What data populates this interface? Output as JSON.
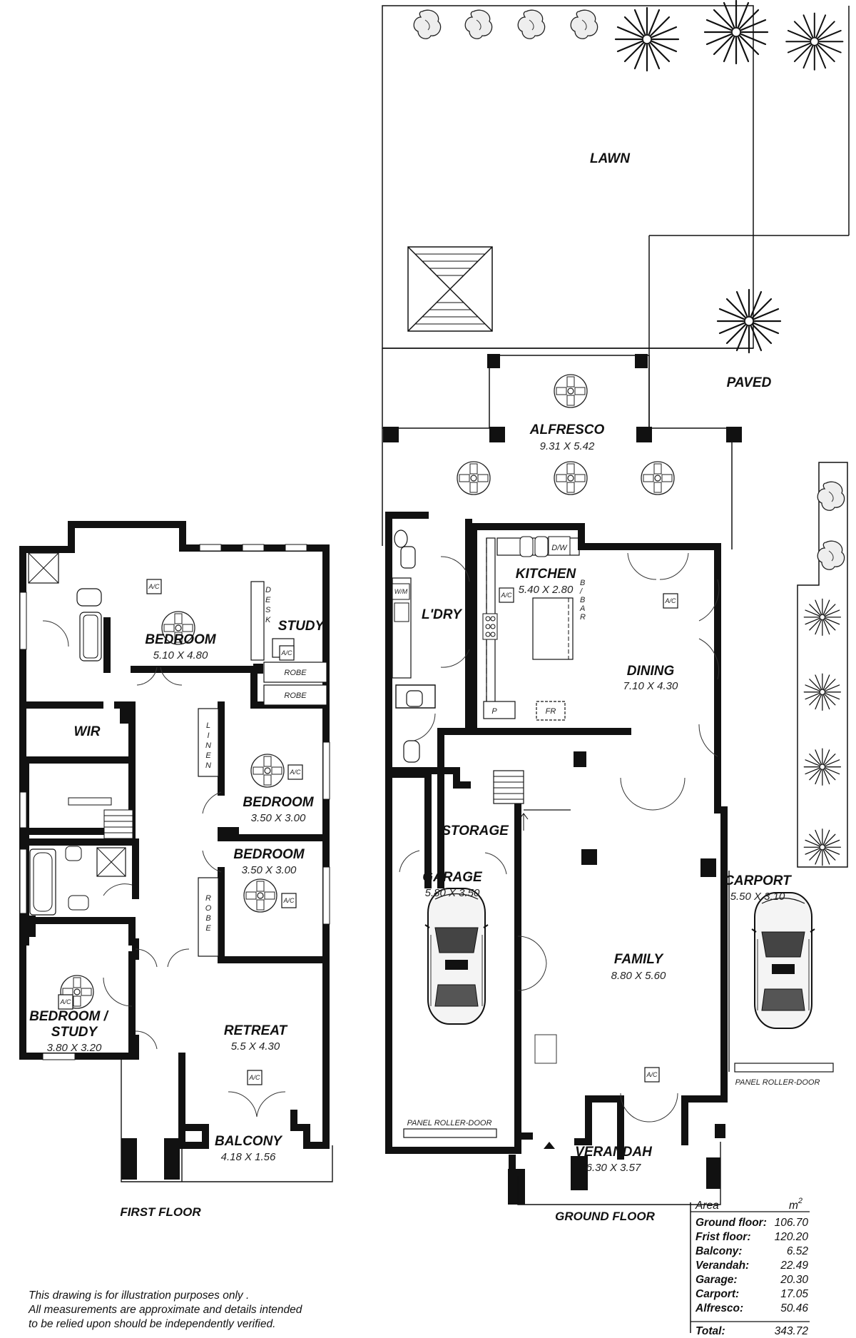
{
  "rooms": {
    "lawn": {
      "label": "LAWN"
    },
    "paved": {
      "label": "PAVED"
    },
    "alfresco": {
      "label": "ALFRESCO",
      "dim": "9.31 X 5.42"
    },
    "kitchen": {
      "label": "KITCHEN",
      "dim": "5.40 X 2.80"
    },
    "laundry": {
      "label": "L'DRY"
    },
    "dining": {
      "label": "DINING",
      "dim": "7.10 X 4.30"
    },
    "storage": {
      "label": "STORAGE"
    },
    "garage": {
      "label": "GARAGE",
      "dim": "5.80 X 3.50"
    },
    "family": {
      "label": "FAMILY",
      "dim": "8.80 X 5.60"
    },
    "carport": {
      "label": "CARPORT",
      "dim": "5.50 X 3.10"
    },
    "verandah": {
      "label": "VERANDAH",
      "dim": "6.30 X 3.57"
    },
    "bedroom_main": {
      "label": "BEDROOM",
      "dim": "5.10 X 4.80"
    },
    "study": {
      "label": "STUDY"
    },
    "wir": {
      "label": "WIR"
    },
    "bedroom2": {
      "label": "BEDROOM",
      "dim": "3.50 X 3.00"
    },
    "bedroom3": {
      "label": "BEDROOM",
      "dim": "3.50 X 3.00"
    },
    "bedroom_study": {
      "label1": "BEDROOM /",
      "label2": "STUDY",
      "dim": "3.80 X 3.20"
    },
    "retreat": {
      "label": "RETREAT",
      "dim": "5.5 X 4.30"
    },
    "balcony": {
      "label": "BALCONY",
      "dim": "4.18 X 1.56"
    }
  },
  "fixtures": {
    "robe": "ROBE",
    "desk": "D E S K",
    "linen": "L I N E N",
    "robe_vertical": "R O B E",
    "bbar": "B / B A R",
    "dw": "D/W",
    "wm": "W/M",
    "pantry": "P",
    "fridge": "FR",
    "ac": "A/C",
    "roller_door": "PANEL ROLLER-DOOR"
  },
  "floors": {
    "first": "FIRST FLOOR",
    "ground": "GROUND FLOOR"
  },
  "area_table": {
    "header": "Area",
    "unit": "m",
    "unit_power": "2",
    "rows": [
      {
        "label": "Ground floor:",
        "value": "106.70"
      },
      {
        "label": "Frist floor:",
        "value": "120.20"
      },
      {
        "label": "Balcony:",
        "value": "6.52"
      },
      {
        "label": "Verandah:",
        "value": "22.49"
      },
      {
        "label": "Garage:",
        "value": "20.30"
      },
      {
        "label": "Carport:",
        "value": "17.05"
      },
      {
        "label": "Alfresco:",
        "value": "50.46"
      }
    ],
    "total": {
      "label": "Total:",
      "value": "343.72"
    }
  },
  "disclaimer": [
    "This drawing is for illustration purposes only .",
    "All measurements are approximate and details intended",
    "to be relied upon should be independently verified."
  ]
}
